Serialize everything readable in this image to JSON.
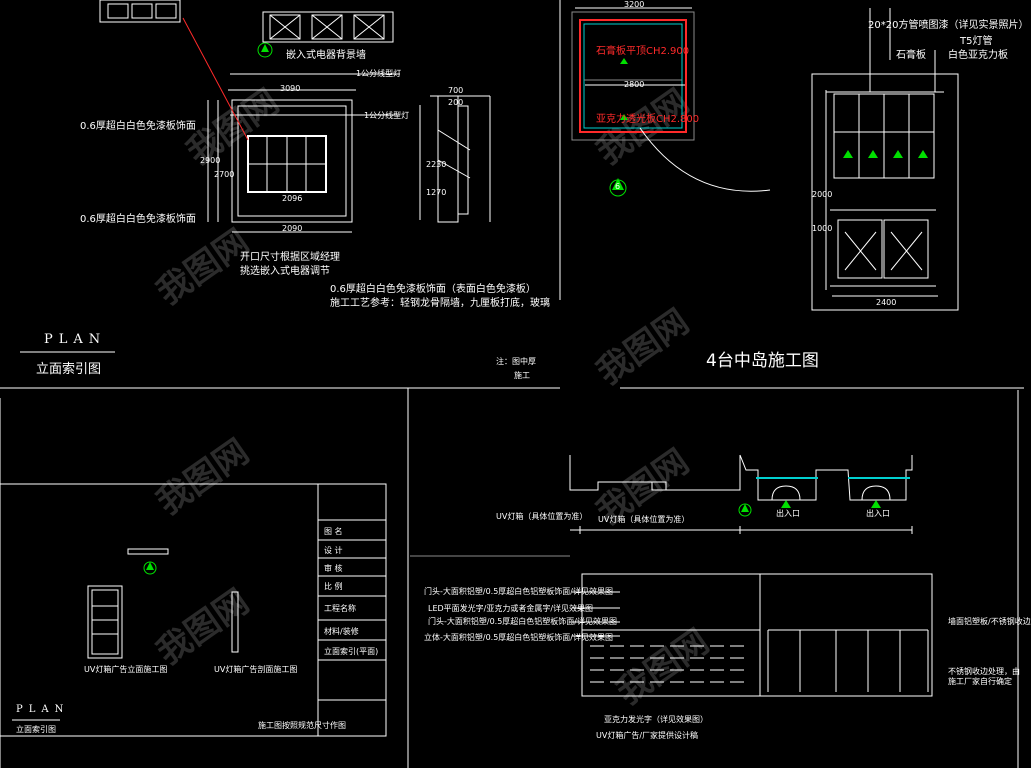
{
  "panel_tl": {
    "title_embedded": "嵌入式电器背景墙",
    "label_top_light1": "1公分线型灯",
    "label_top_light2": "1公分线型灯",
    "left_label_1": "0.6厚超白白色免漆板饰面",
    "left_label_2": "0.6厚超白白色免漆板饰面",
    "note_opening_1": "开口尺寸根据区域经理",
    "note_opening_2": "挑选嵌入式电器调节",
    "note_panel": "0.6厚超白白色免漆板饰面（表面白色免漆板）",
    "note_craft": "施工工艺参考：轻钢龙骨隔墙，九厘板打底，玻璃",
    "note_short_1": "注：图中厚",
    "note_short_2": "施工",
    "dims": [
      "3090",
      "2900",
      "2700",
      "2230",
      "2096",
      "2090",
      "700",
      "200",
      "1270"
    ],
    "plan_label": "PLAN",
    "plan_sub": "立面索引图"
  },
  "panel_tr": {
    "dim_top": "3200",
    "dim_mid": "2800",
    "ceiling_1": "石膏板平顶CH2.900",
    "ceiling_2": "亚克力透光板CH2.800",
    "label_pipe": "20*20方管喷图漆（详见实景照片）",
    "label_t5": "T5灯管",
    "label_gypsum": "石膏板",
    "label_acrylic": "白色亚克力板",
    "dims_right": [
      "2400",
      "1000",
      "2000"
    ],
    "title": "4台中岛施工图",
    "marker_num": "6"
  },
  "panel_bl": {
    "plan_label": "PLAN",
    "plan_sub": "立面索引图",
    "caption_1": "UV灯箱广告立面施工图",
    "caption_2": "UV灯箱广告剖面施工图",
    "title_block": [
      "图 名",
      "设 计",
      "审 核",
      "比 例",
      "工程名称",
      "材料/装修",
      "立面索引(平面)"
    ],
    "footer": "施工图按照规范尺寸作图"
  },
  "panel_br": {
    "entry_1": "出入口",
    "entry_2": "出入口",
    "dim_labels": [
      "UV灯箱（具体位置为准）",
      "UV灯箱（具体位置为准）"
    ],
    "left_notes": [
      "门头-大面积铝塑/0.5厚超白色铝塑板饰面/详见效果图",
      "LED平面发光字/亚克力或者金属字/详见效果图",
      "门头-大面积铝塑/0.5厚超白色铝塑板饰面/详见效果图",
      "立体-大面积铝塑/0.5厚超白色铝塑板饰面/详见效果图"
    ],
    "right_notes": [
      "墙面铝塑板/不锈钢收边",
      "不锈钢收边处理，由",
      "施工厂家自行确定"
    ],
    "bottom_notes": [
      "亚克力发光字（详见效果图）",
      "UV灯箱广告/厂家提供设计稿"
    ]
  },
  "watermark": "我图网",
  "colors": {
    "line": "#ffffff",
    "red": "#ff2a2a",
    "green": "#00e000",
    "cyan": "#00d0d0",
    "grey": "#8a8a8a"
  }
}
